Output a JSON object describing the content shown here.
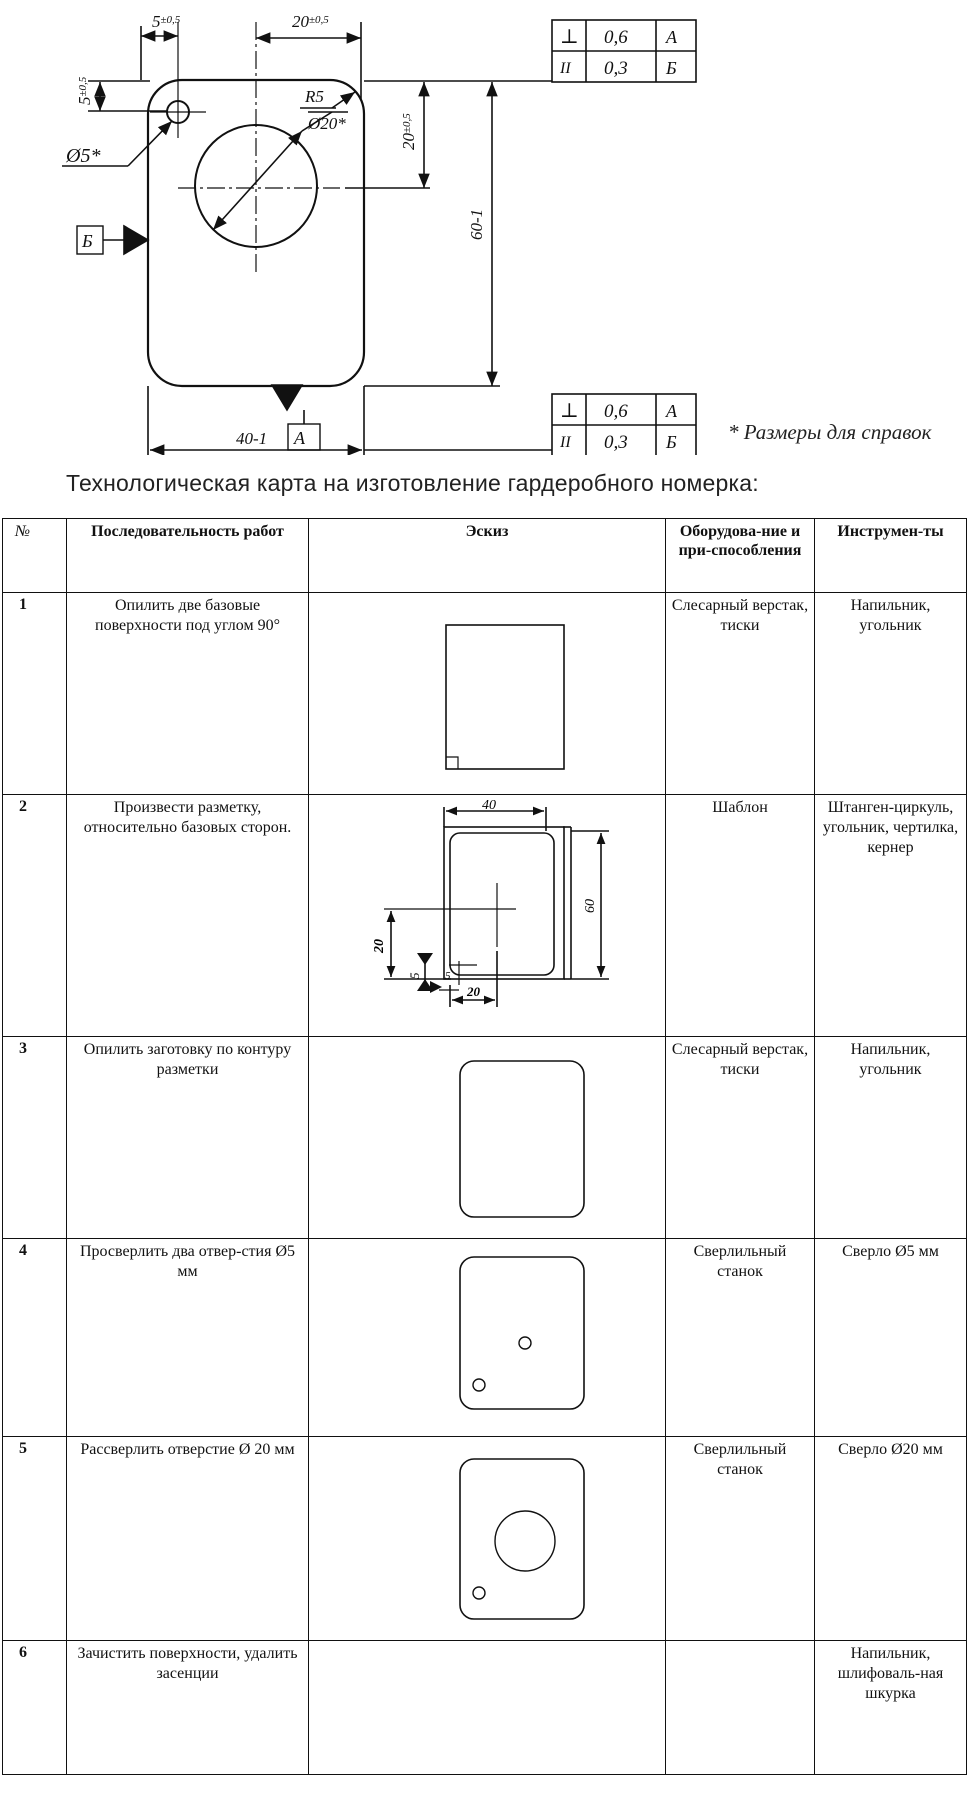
{
  "drawing": {
    "dims": {
      "d5": "5",
      "d5_tol": "±0,5",
      "d20": "20",
      "d20_tol": "±0,5",
      "v5": "5",
      "v5_tol": "±0,5",
      "r5": "R5",
      "dia20": "Ø20*",
      "v20": "20",
      "v20_tol": "±0,5",
      "dia5": "Ø5*",
      "h60": "60-1",
      "w40": "40-1"
    },
    "bases": {
      "b": "Б",
      "a": "А"
    },
    "tolerance_frames": [
      {
        "rows": [
          {
            "sym": "⊥",
            "val": "0,6",
            "base": "А"
          },
          {
            "sym": "II",
            "val": "0,3",
            "base": "Б"
          }
        ]
      },
      {
        "rows": [
          {
            "sym": "⊥",
            "val": "0,6",
            "base": "А"
          },
          {
            "sym": "II",
            "val": "0,3",
            "base": "Б"
          }
        ]
      }
    ],
    "note": "* Размеры для справок"
  },
  "title": "Технологическая карта на изготовление гардеробного номерка:",
  "table": {
    "headers": {
      "num": "№",
      "seq": "Последовательность работ",
      "sketch": "Эскиз",
      "equip": "Оборудова-ние и при-способления",
      "tools": "Инструмен-ты"
    },
    "rows": [
      {
        "num": "1",
        "seq": "Опилить две базовые поверхности под углом 90°",
        "equip": "Слесарный верстак, тиски",
        "tools": "Напильник, угольник"
      },
      {
        "num": "2",
        "seq": "Произвести разметку, относительно базовых сторон.",
        "equip": "Шаблон",
        "tools": "Штанген-циркуль, угольник, чертилка, кернер"
      },
      {
        "num": "3",
        "seq": "Опилить заготовку по контуру разметки",
        "equip": "Слесарный верстак, тиски",
        "tools": "Напильник, угольник"
      },
      {
        "num": "4",
        "seq": "Просверлить два отвер-стия Ø5 мм",
        "equip": "Сверлильный станок",
        "tools": "Сверло Ø5 мм"
      },
      {
        "num": "5",
        "seq": "Рассверлить отверстие Ø 20 мм",
        "equip": "Сверлильный станок",
        "tools": "Сверло Ø20 мм"
      },
      {
        "num": "6",
        "seq": "Зачистить поверхности, удалить засенции",
        "equip": "",
        "tools": "Напильник, шлифоваль-ная шкурка"
      }
    ],
    "sketch2_dims": {
      "w": "40",
      "h": "60",
      "v20": "20",
      "v5": "5",
      "h5": "5",
      "h20": "20"
    }
  }
}
